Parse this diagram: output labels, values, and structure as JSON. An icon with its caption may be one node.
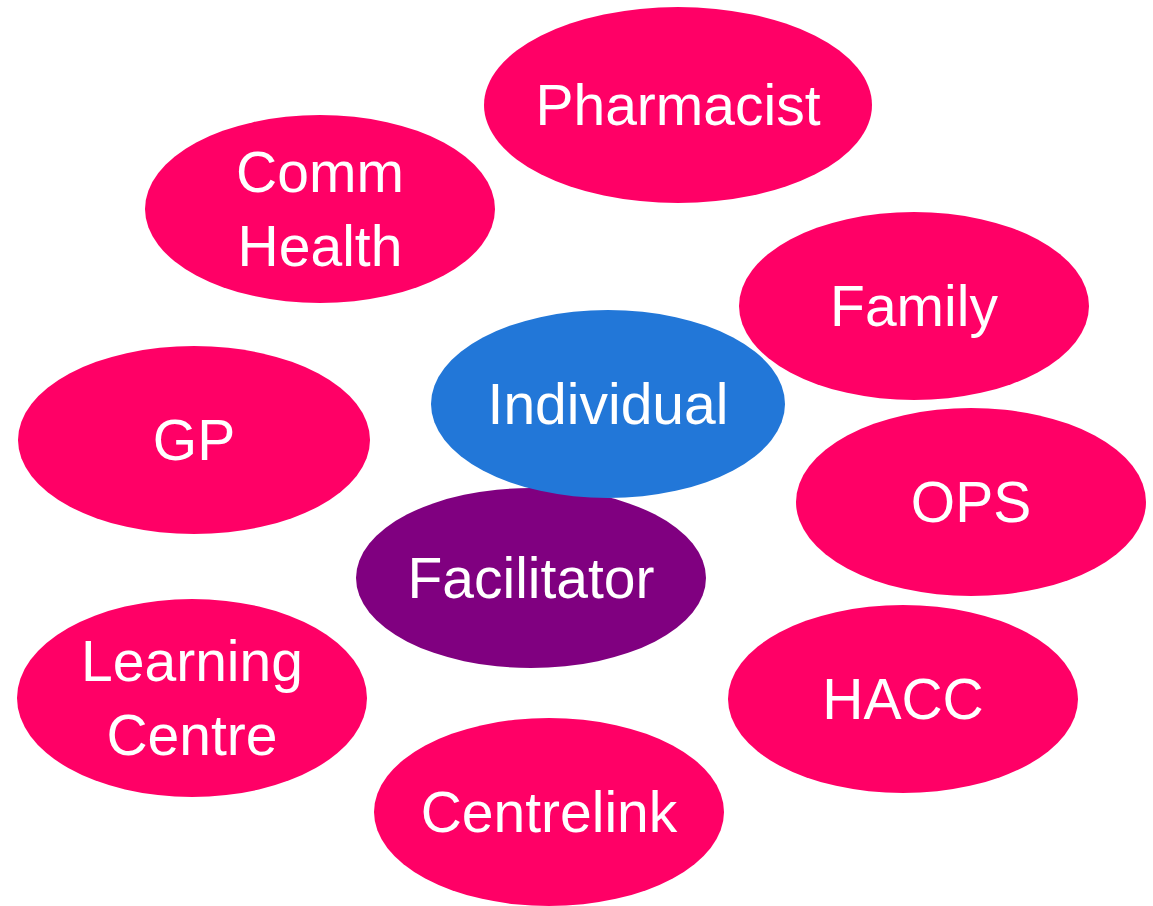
{
  "diagram": {
    "nodes": [
      {
        "text": [
          "Pharmacist"
        ]
      },
      {
        "text": [
          "Comm Health"
        ]
      },
      {
        "text": [
          "Family"
        ]
      },
      {
        "text": [
          "GP"
        ]
      },
      {
        "text": [
          "Individual"
        ]
      },
      {
        "text": [
          "OPS"
        ]
      },
      {
        "text": [
          "Facilitator"
        ]
      },
      {
        "text": [
          "Learning Centre"
        ]
      },
      {
        "text": [
          "HACC"
        ]
      },
      {
        "text": [
          "Centrelink"
        ]
      }
    ]
  }
}
